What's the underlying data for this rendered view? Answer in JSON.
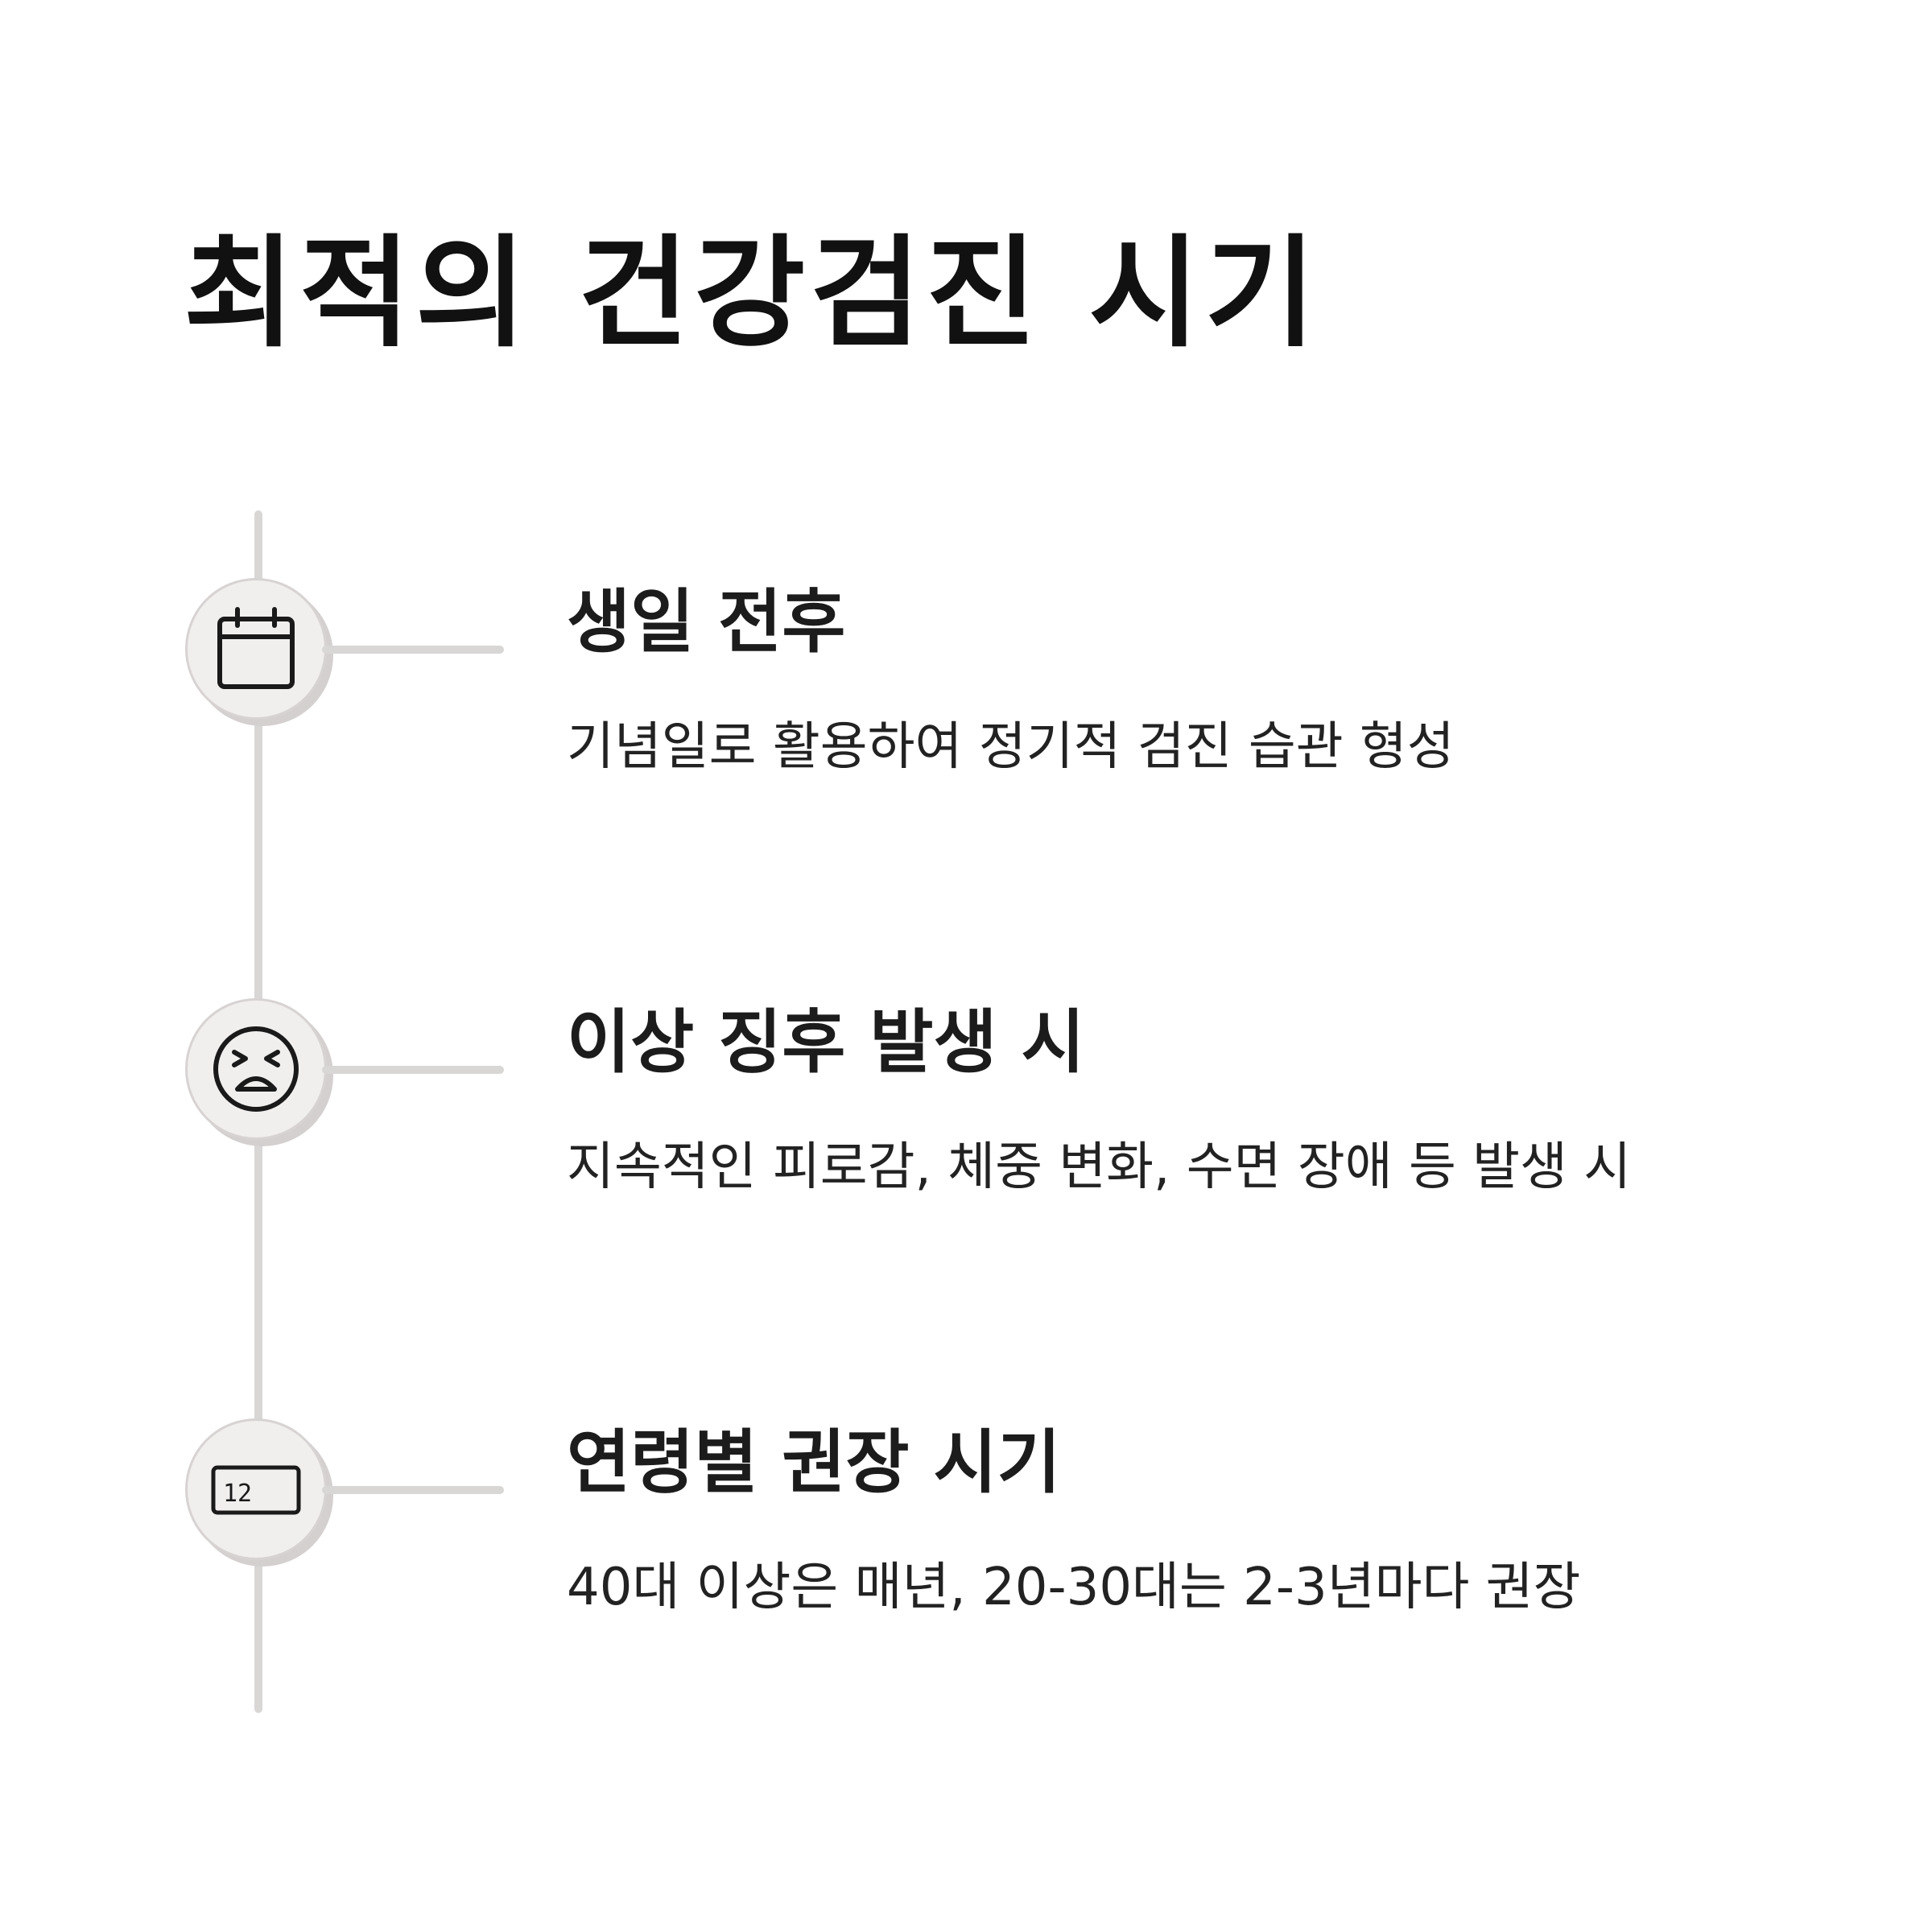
{
  "page": {
    "title": "최적의 건강검진 시기"
  },
  "colors": {
    "background": "#ffffff",
    "text": "#1a1a1a",
    "rail": "#d9d6d6",
    "node_fill": "#f1efee",
    "node_shadow": "#d4d0cf"
  },
  "steps": [
    {
      "icon": "calendar-icon",
      "title": "생일 전후",
      "description": "기념일로 활용하여 정기적 검진 습관 형성"
    },
    {
      "icon": "tired-face-icon",
      "title": "이상 징후 발생 시",
      "description": "지속적인 피로감, 체중 변화, 수면 장애 등 발생 시"
    },
    {
      "icon": "date-badge-icon",
      "icon_text": "12",
      "title": "연령별 권장 시기",
      "description": "40대 이상은 매년, 20-30대는 2-3년마다 권장"
    }
  ]
}
